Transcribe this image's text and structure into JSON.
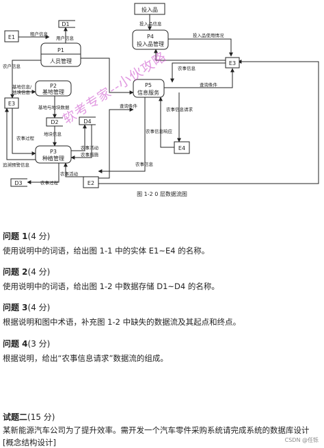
{
  "diagram": {
    "caption": "图 1-2  0 层数据流图",
    "entities": {
      "e1": "E1",
      "e2": "E2",
      "e3a": "E3",
      "e3b": "E3",
      "e4": "E4",
      "input": "投入品"
    },
    "processes": {
      "p1": {
        "id": "P1",
        "name": "人员管理"
      },
      "p2": {
        "id": "P2",
        "name": "基地管理"
      },
      "p3": {
        "id": "P3",
        "name": "种植管理"
      },
      "p4": {
        "id": "P4",
        "name": "投入品管理"
      },
      "p5": {
        "id": "P5",
        "name": "信息服务"
      }
    },
    "stores": {
      "d1": "D1",
      "d2": "D2",
      "d3": "D3",
      "d4": "D4"
    },
    "flows": {
      "f_e1_p1": "租户信息",
      "f_p1_d1": "用户信息",
      "f_e3_nonghu": "农户信息",
      "f_jidi_a": "基地信息/",
      "f_jidi_b": "地块信息",
      "f_jidi_data": "基地与地块数据",
      "f_dikuai": "地块信息",
      "f_nongshi_guo": "农事过程",
      "f_yujing": "追溯预警信息",
      "f_nongshi_huo": "农事活动",
      "f_nongshi_cuo": "农事措施",
      "f_d3": "农事过程",
      "f_e2_huo": "农事活动",
      "f_input_p4": "投入品信息",
      "f_p4_e3": "投入品使用情况",
      "f_e3_nonghu2": "农事信息",
      "f_query": "查询条件",
      "f_query2": "查询条件",
      "f_req": "农事信息请求",
      "f_resp": "农事信息响应",
      "f_nongshi_info": "农事信息"
    }
  },
  "watermark": "软考专家--小伙攻略",
  "questions": [
    {
      "label": "问题 1",
      "points": "(4 分)",
      "text": "使用说明中的词语，给出图 1-1 中的实体 E1~E4 的名称。"
    },
    {
      "label": "问题 2",
      "points": "(4 分)",
      "text": "使用说明中的词语，给出图 1-2 中数据存储 D1~D4 的名称。"
    },
    {
      "label": "问题 3",
      "points": "(4 分)",
      "text": "根据说明和图中术语，补充图 1-2 中缺失的数据流及其起点和终点。"
    },
    {
      "label": "问题 4",
      "points": "(3 分)",
      "text": "根据说明，给出“农事信息请求”数据流的组成。"
    }
  ],
  "section": {
    "title": "试题二",
    "points": "(15 分)",
    "line1": "某新能源汽车公司为了提升效率。需开发一个汽车零件采购系统请完成系统的数据库设计",
    "line2": "[概念结构设计]"
  },
  "credit": "CSDN @任铄"
}
